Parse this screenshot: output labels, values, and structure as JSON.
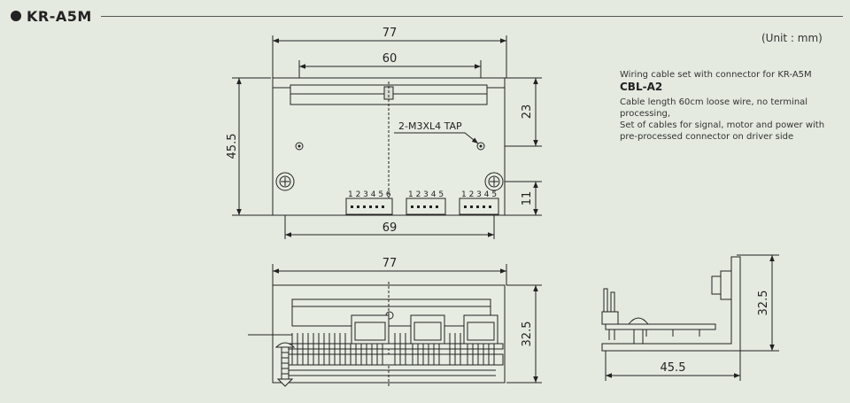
{
  "header": {
    "title": "KR-A5M"
  },
  "unit_label": "(Unit : mm)",
  "cable_info": {
    "caption": "Wiring cable set with connector for KR-A5M",
    "model": "CBL-A2",
    "line1": "Cable length 60cm loose wire, no terminal processing,",
    "line2": "Set of cables for signal, motor and power with pre-processed connector on driver side"
  },
  "top_view": {
    "width_label": "77",
    "hole_pitch_label": "60",
    "height_label": "45.5",
    "hole_offset_label": "23",
    "bottom_width_label": "69",
    "connector_height_label": "11",
    "tap_label": "2-M3XL4 TAP",
    "connector_pins": [
      "1 2 3 4 5 6",
      "1 2 3 4 5",
      "1 2 3 4 5"
    ]
  },
  "front_view": {
    "width_label": "77",
    "height_label": "32.5"
  },
  "side_view": {
    "height_label": "32.5",
    "width_label": "45.5"
  }
}
